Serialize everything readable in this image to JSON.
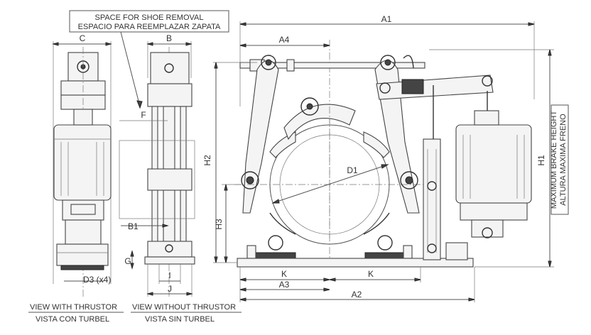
{
  "notes": {
    "shoe_removal_en": "SPACE FOR SHOE REMOVAL",
    "shoe_removal_es": "ESPACIO PARA REEMPLAZAR ZAPATA",
    "height_en": "MAXIMUM BRAKE HEIGHT",
    "height_es": "ALTURA MAXIMA FRENO"
  },
  "views": {
    "with_thrustor_en": "VIEW WITH THRUSTOR",
    "with_thrustor_es": "VISTA CON TURBEL",
    "without_thrustor_en": "VIEW WITHOUT THRUSTOR",
    "without_thrustor_es": "VISTA SIN TURBEL"
  },
  "dimensions": {
    "A1": "A1",
    "A2": "A2",
    "A3": "A3",
    "A4": "A4",
    "B": "B",
    "B1": "B1",
    "C": "C",
    "D1": "D1",
    "D3": "D3 (x4)",
    "F": "F",
    "G": "G",
    "H1": "H1",
    "H2": "H2",
    "H3": "H3",
    "I": "I",
    "J": "J",
    "K_left": "K",
    "K_right": "K"
  }
}
